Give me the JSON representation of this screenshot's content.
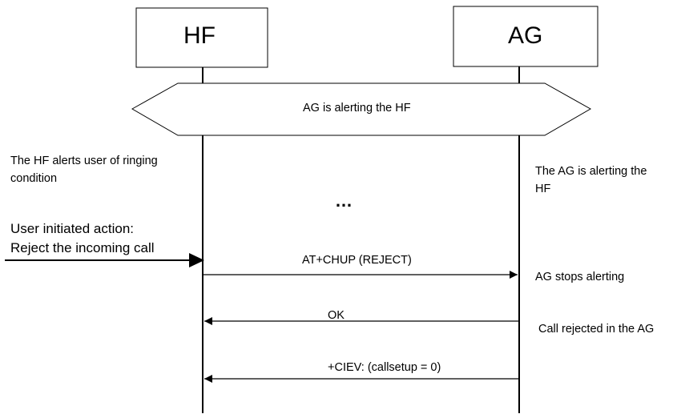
{
  "participants": {
    "left": "HF",
    "right": "AG"
  },
  "banner": {
    "text": "AG is alerting the HF"
  },
  "notes": {
    "hf_alert_line1": "The HF alerts user of ringing",
    "hf_alert_line2": "condition",
    "ag_alert_line1": "The AG is alerting the",
    "ag_alert_line2": "HF",
    "ellipsis": "…",
    "user_action_line1": "User initiated action:",
    "user_action_line2": "Reject the incoming call",
    "ag_stops": "AG stops alerting",
    "call_rejected": "Call rejected in the AG"
  },
  "messages": {
    "chup": "AT+CHUP (REJECT)",
    "ok": "OK",
    "ciev": "+CIEV: (callsetup = 0)"
  },
  "colors": {
    "line": "#000000",
    "background": "#ffffff"
  }
}
